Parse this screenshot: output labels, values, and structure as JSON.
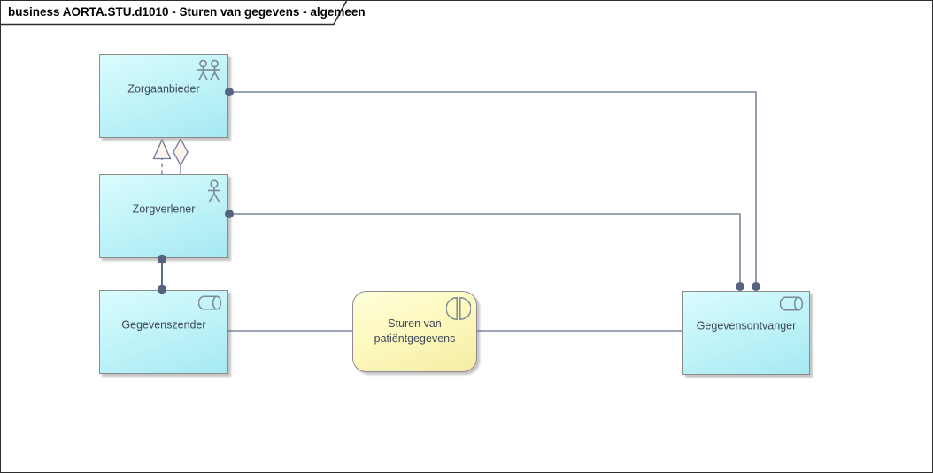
{
  "frame": {
    "title": "business AORTA.STU.d1010 - Sturen van gegevens - algemeen"
  },
  "colors": {
    "node_fill_top": "#dafcfe",
    "node_fill_bottom": "#a6e9f2",
    "node_border": "#8b8b89",
    "process_fill_top": "#ffffd9",
    "process_fill_bottom": "#f4eda4",
    "process_border": "#8f8896",
    "connector_line": "#5f6c88",
    "connector_dot": "#566380",
    "arrowhead_fill": "#fcf3ed",
    "icon_stroke": "#7c8894",
    "label_text": "#3d4957",
    "title_text": "#000000"
  },
  "nodes": [
    {
      "id": "zorgaanbieder",
      "label": "Zorgaanbieder",
      "icon": "business-collaboration-icon"
    },
    {
      "id": "zorgverlener",
      "label": "Zorgverlener",
      "icon": "business-actor-icon"
    },
    {
      "id": "gegevenszender",
      "label": "Gegevenszender",
      "icon": "business-role-icon"
    },
    {
      "id": "sturen-van-patientgegevens",
      "label": "Sturen van patiëntgegevens",
      "label_line1": "Sturen van",
      "label_line2": "patiëntgegevens",
      "icon": "business-interaction-icon"
    },
    {
      "id": "gegevensontvanger",
      "label": "Gegevensontvanger",
      "icon": "business-role-icon"
    }
  ],
  "relationships": [
    {
      "type": "realization",
      "from": "Zorgverlener",
      "to": "Zorgaanbieder",
      "style": "dashed line, hollow triangle"
    },
    {
      "type": "aggregation",
      "from": "Zorgverlener",
      "to": "Zorgaanbieder",
      "style": "solid line, hollow diamond"
    },
    {
      "type": "assignment",
      "from": "Zorgverlener",
      "to": "Gegevenszender",
      "style": "solid line, filled dots both ends"
    },
    {
      "type": "assignment",
      "from": "Zorgaanbieder",
      "to": "Gegevensontvanger",
      "style": "solid line, filled dots both ends"
    },
    {
      "type": "assignment",
      "from": "Zorgverlener",
      "to": "Gegevensontvanger",
      "style": "solid line, filled dots both ends"
    },
    {
      "type": "association",
      "from": "Gegevenszender",
      "to": "Sturen van patiëntgegevens",
      "style": "plain line"
    },
    {
      "type": "association",
      "from": "Sturen van patiëntgegevens",
      "to": "Gegevensontvanger",
      "style": "plain line"
    }
  ]
}
